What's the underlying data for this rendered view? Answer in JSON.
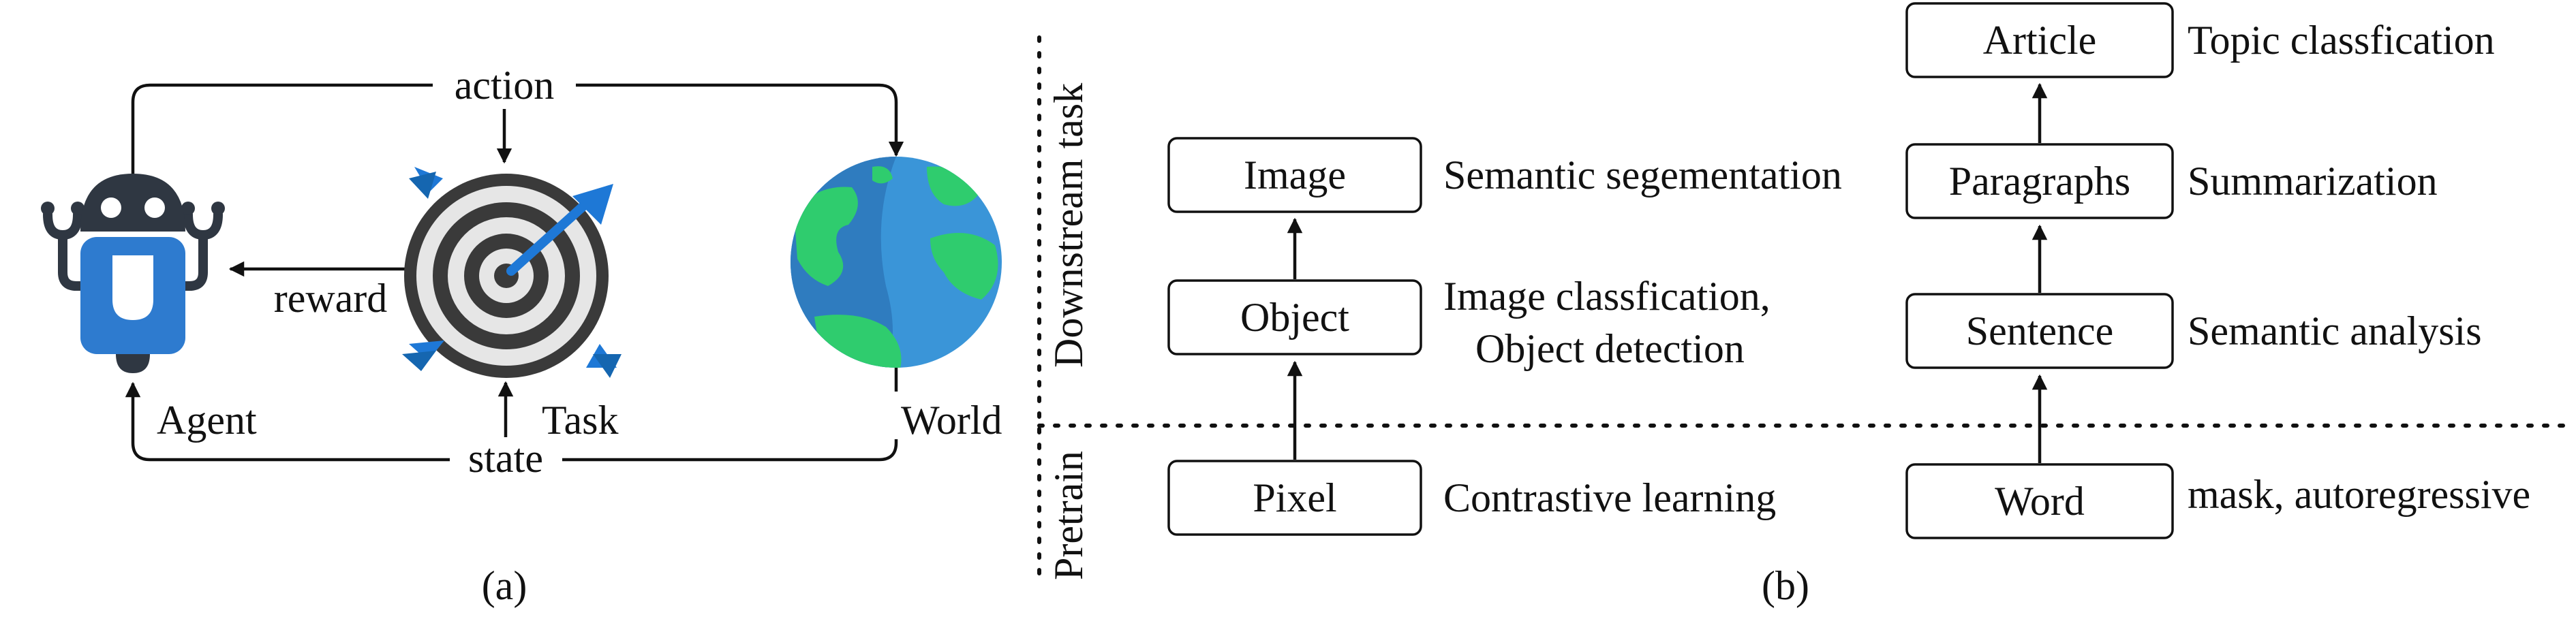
{
  "panel_a": {
    "caption": "(a)",
    "action_label": "action",
    "reward_label": "reward",
    "state_label": "state",
    "agent_label": "Agent",
    "task_label": "Task",
    "world_label": "World",
    "icons": [
      "robot-icon",
      "target-icon",
      "globe-icon"
    ],
    "colors": {
      "robot_dark": "#2f3742",
      "robot_blue": "#2e7bcf",
      "target_dark": "#3a3a3a",
      "target_light": "#e6e6e6",
      "dart_blue": "#1e78d6",
      "ocean": "#3a95d8",
      "land": "#2fcc6e"
    }
  },
  "panel_b": {
    "caption": "(b)",
    "downstream_label": "Downstream task",
    "pretrain_label": "Pretrain",
    "vision_column": [
      {
        "box": "Image",
        "task": "Semantic segementation"
      },
      {
        "box": "Object",
        "task_line1": "Image classfication,",
        "task_line2": "Object detection"
      },
      {
        "box": "Pixel",
        "task": "Contrastive learning"
      }
    ],
    "language_column": [
      {
        "box": "Article",
        "task": "Topic classfication"
      },
      {
        "box": "Paragraphs",
        "task": "Summarization"
      },
      {
        "box": "Sentence",
        "task": "Semantic analysis"
      },
      {
        "box": "Word",
        "task": "mask, autoregressive"
      }
    ]
  }
}
